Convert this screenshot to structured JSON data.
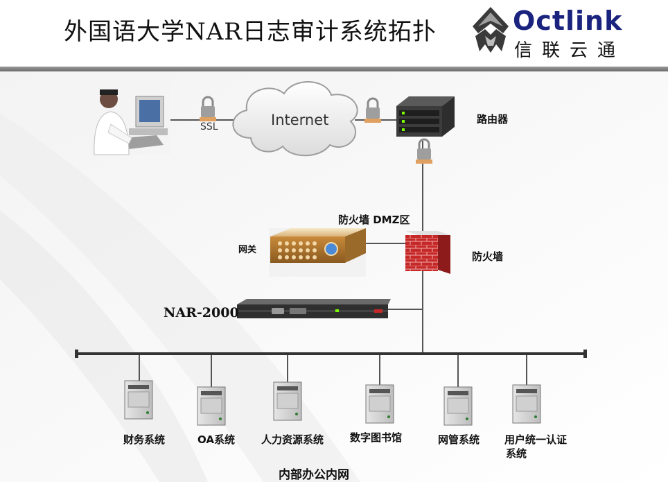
{
  "header": {
    "title": "外国语大学NAR日志审计系统拓扑",
    "logo_name": "Octlink",
    "logo_cn": "信联云通"
  },
  "diagram": {
    "internet_label": "Internet",
    "ssl_label": "SSL",
    "router_label": "路由器",
    "dmz_label": "防火墙 DMZ区",
    "gateway_label": "网关",
    "firewall_label": "防火墙",
    "nar_label": "NAR-2000",
    "lan_label": "内部办公内网",
    "servers": [
      {
        "label": "财务系统"
      },
      {
        "label": "OA系统"
      },
      {
        "label": "人力资源系统"
      },
      {
        "label": "数字图书馆"
      },
      {
        "label": "网管系统"
      },
      {
        "label": "用户统一认证",
        "label2": "系统"
      }
    ]
  }
}
